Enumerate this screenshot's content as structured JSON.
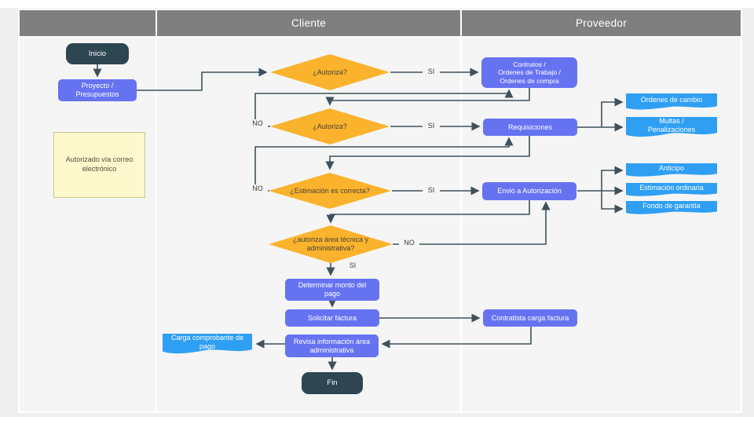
{
  "lanes": {
    "left_title": "",
    "cliente": "Cliente",
    "proveedor": "Proveedor"
  },
  "terminators": {
    "start": "Inicio",
    "end": "Fin"
  },
  "processes": {
    "proyecto": "Proyecto /\nPresupuestos",
    "contratos": "Contratos /\nOrdenes de Trabajo /\nOrdenes de compra",
    "requisiciones": "Requisiciones",
    "envio": "Envió a Autorización",
    "determinar": "Determinar monto del\npago",
    "solicitar": "Solicitar factura",
    "contratista": "Contratista carga factura",
    "revisa": "Revisa información área\nadministrativa"
  },
  "decisions": {
    "d1": "¿Autoriza?",
    "d2": "¿Autoriza?",
    "d3": "¿Estimación es correcta?",
    "d4": "¿autoriza área técnica y\nadministrativa?"
  },
  "documents": {
    "ordenes_cambio": "Ordenes de cambio",
    "multas": "Multas /\nPenalizaciones",
    "anticipo": "Anticipo",
    "estimacion": "Estimación ordinaria",
    "fondo": "Fondo de garantía",
    "carga": "Carga comprobante de\npago"
  },
  "note": "Autorizado vía correo electrónico",
  "branch_labels": {
    "si": "SI",
    "no": "NO"
  },
  "colors": {
    "header": "#7f7f7f",
    "lane": "#f5f5f5",
    "process": "#6673f1",
    "document": "#2f9ff4",
    "decision": "#fbb32d",
    "terminator": "#2e4552",
    "connector": "#3e515c",
    "note_bg": "#fcf9cd",
    "note_border": "#cdc48e"
  }
}
